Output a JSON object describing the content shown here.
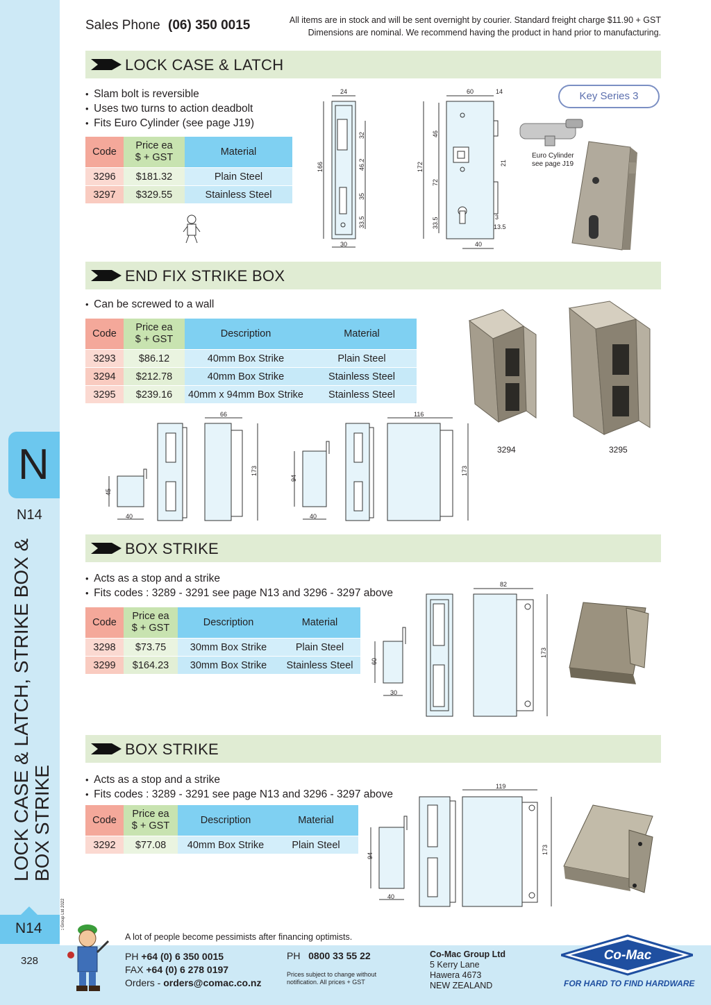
{
  "header": {
    "sales_label": "Sales Phone",
    "sales_phone": "(06) 350 0015",
    "notice_line1": "All items are in stock and will be sent overnight by courier. Standard freight charge $11.90 + GST",
    "notice_line2": "Dimensions are nominal. We recommend having the product in hand prior to manufacturing."
  },
  "sidebar": {
    "letter": "N",
    "page_code_top": "N14",
    "title_line1": "LOCK CASE & LATCH, STRIKE BOX &",
    "title_line2": "BOX STRIKE",
    "copyright": "© Co-Mac Group Ltd 2022",
    "page_code_bottom": "N14",
    "page_number": "328"
  },
  "sections": [
    {
      "title": "LOCK CASE & LATCH",
      "bullets": [
        "Slam bolt is reversible",
        "Uses two turns to action deadbolt",
        "Fits Euro Cylinder (see page J19)"
      ],
      "headers": {
        "code": "Code",
        "price1": "Price ea",
        "price2": "$ + GST",
        "material": "Material"
      },
      "rows": [
        {
          "code": "3296",
          "price": "$181.32",
          "material": "Plain Steel"
        },
        {
          "code": "3297",
          "price": "$329.55",
          "material": "Stainless Steel"
        }
      ],
      "badge": "Key Series 3",
      "cylinder_caption1": "Euro Cylinder",
      "cylinder_caption2": "see page J19",
      "dims": {
        "a": "24",
        "b": "166",
        "c": "32",
        "d": "46.2",
        "e": "35",
        "f": "33.5",
        "g": "30",
        "h": "60",
        "i": "14",
        "j": "172",
        "k": "46",
        "l": "72",
        "m": "33.5",
        "n": "21",
        "o": "3",
        "p": "13.5",
        "q": "40"
      }
    },
    {
      "title": "END FIX STRIKE BOX",
      "bullets": [
        "Can be screwed to a wall"
      ],
      "headers": {
        "code": "Code",
        "price1": "Price ea",
        "price2": "$ + GST",
        "description": "Description",
        "material": "Material"
      },
      "rows": [
        {
          "code": "3293",
          "price": "$86.12",
          "description": "40mm Box Strike",
          "material": "Plain Steel"
        },
        {
          "code": "3294",
          "price": "$212.78",
          "description": "40mm Box Strike",
          "material": "Stainless Steel"
        },
        {
          "code": "3295",
          "price": "$239.16",
          "description": "40mm x 94mm Box Strike",
          "material": "Stainless Steel"
        }
      ],
      "photo_labels": [
        "3294",
        "3295"
      ],
      "dims": {
        "a": "66",
        "b": "173",
        "c": "45",
        "d": "40",
        "e": "116",
        "f": "173",
        "g": "94",
        "h": "40"
      }
    },
    {
      "title": "BOX STRIKE",
      "bullets": [
        "Acts as a stop and a strike",
        "Fits codes :  3289 - 3291 see page N13 and 3296 - 3297 above"
      ],
      "headers": {
        "code": "Code",
        "price1": "Price ea",
        "price2": "$ + GST",
        "description": "Description",
        "material": "Material"
      },
      "rows": [
        {
          "code": "3298",
          "price": "$73.75",
          "description": "30mm Box Strike",
          "material": "Plain Steel"
        },
        {
          "code": "3299",
          "price": "$164.23",
          "description": "30mm Box Strike",
          "material": "Stainless Steel"
        }
      ],
      "dims": {
        "a": "82",
        "b": "173",
        "c": "60",
        "d": "30"
      }
    },
    {
      "title": "BOX STRIKE",
      "bullets": [
        "Acts as a stop and a strike",
        "Fits codes :  3289 - 3291 see page N13 and 3296 - 3297 above"
      ],
      "headers": {
        "code": "Code",
        "price1": "Price ea",
        "price2": "$ + GST",
        "description": "Description",
        "material": "Material"
      },
      "rows": [
        {
          "code": "3292",
          "price": "$77.08",
          "description": "40mm Box Strike",
          "material": "Plain Steel"
        }
      ],
      "dims": {
        "a": "119",
        "b": "173",
        "c": "94",
        "d": "40"
      }
    }
  ],
  "footer": {
    "quote": "A lot of people become pessimists after financing optimists.",
    "ph_label": "PH",
    "ph": "+64 (0) 6 350 0015",
    "fax_label": "FAX",
    "fax": "+64 (0) 6 278 0197",
    "orders_label": "Orders -",
    "orders": "orders@comac.co.nz",
    "free_label": "PH",
    "free_ph": "0800 33 55 22",
    "disclaimer1": "Prices subject to change without",
    "disclaimer2": "notification. All prices + GST",
    "company": "Co-Mac Group Ltd",
    "addr1": "5 Kerry Lane",
    "addr2": "Hawera 4673",
    "addr3": "NEW ZEALAND",
    "logo_text": "Co-Mac",
    "tagline": "FOR HARD TO FIND HARDWARE"
  },
  "colors": {
    "sidebar": "#cde9f6",
    "tab": "#6cc7ee",
    "bar": "#e0ecd3",
    "code_head": "#f4a89a",
    "price_head": "#c8e3b0",
    "desc_head": "#7fd0f2",
    "logo": "#1f4fa0"
  }
}
